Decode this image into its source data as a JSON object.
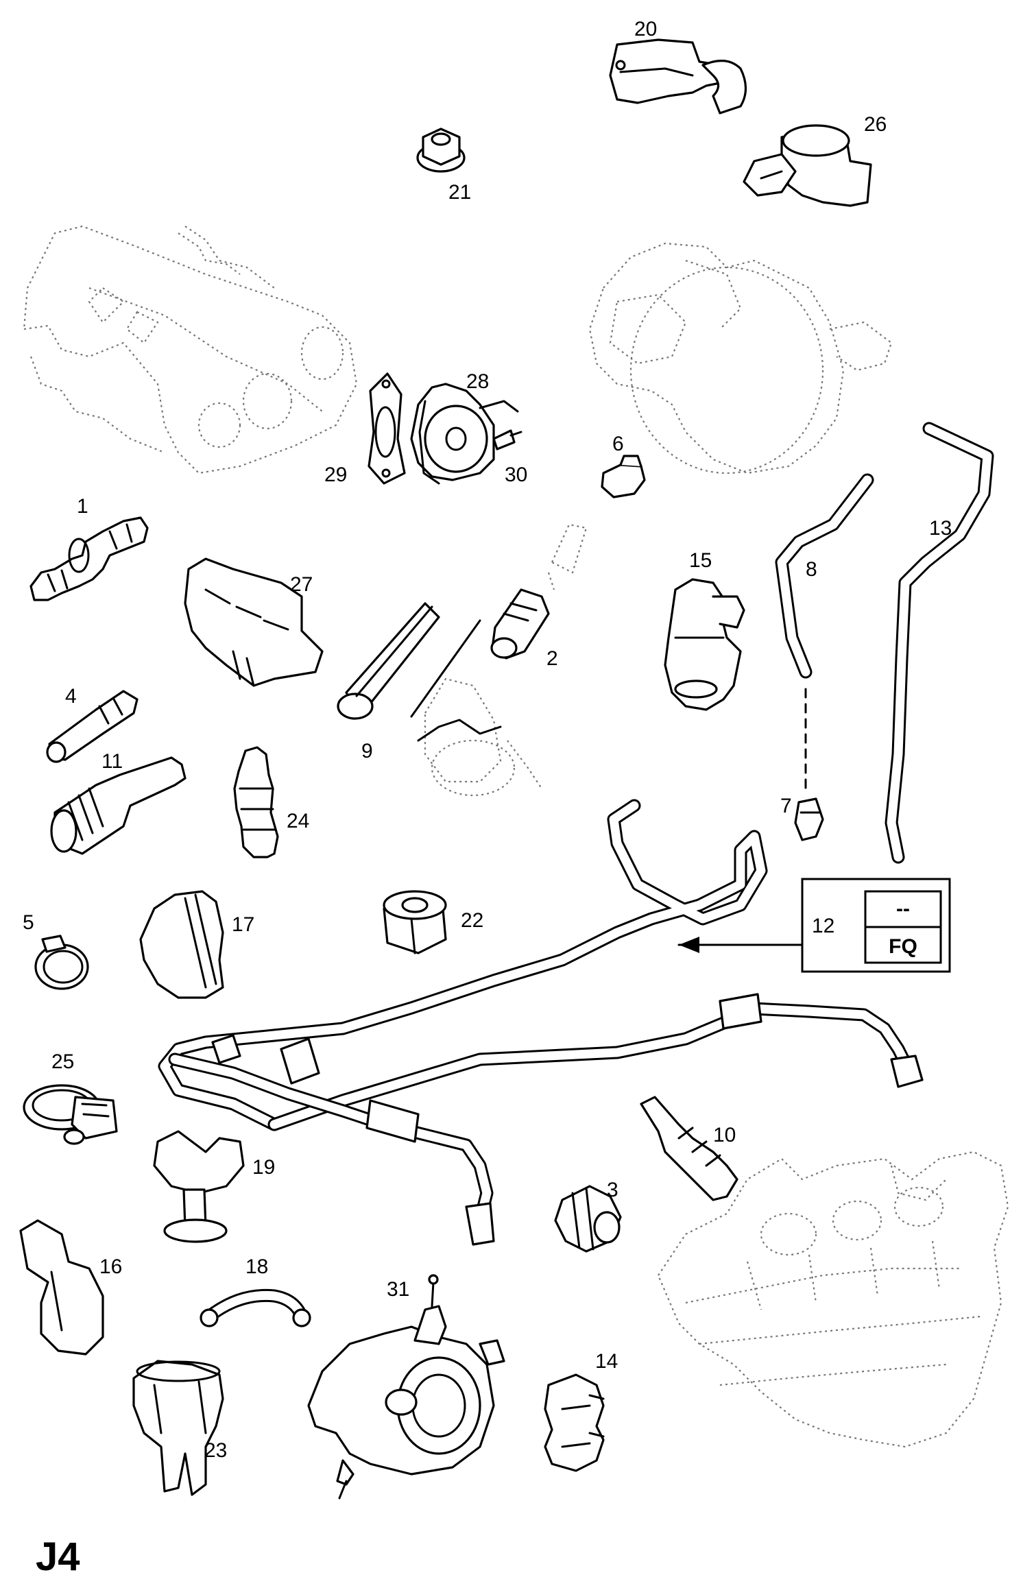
{
  "page_code": "J4",
  "callouts": [
    "1",
    "2",
    "3",
    "4",
    "5",
    "6",
    "7",
    "8",
    "9",
    "10",
    "11",
    "12",
    "13",
    "14",
    "15",
    "16",
    "17",
    "18",
    "19",
    "20",
    "21",
    "22",
    "23",
    "24",
    "25",
    "26",
    "27",
    "28",
    "29",
    "30",
    "31"
  ],
  "variant_box": {
    "top": "--",
    "bottom": "FQ"
  }
}
